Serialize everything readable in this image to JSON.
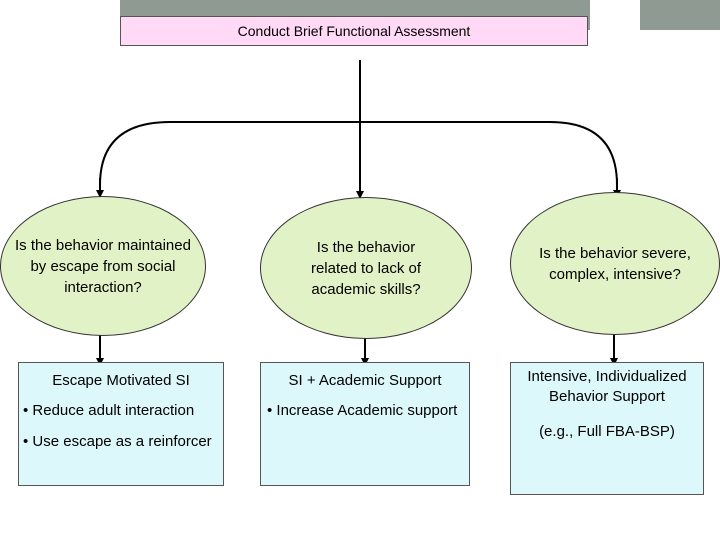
{
  "diagram": {
    "title": "Conduct Brief Functional Assessment",
    "questions": [
      "Is the behavior maintained by escape from social interaction?",
      "Is the behavior related to lack of academic skills?",
      "Is the behavior severe, complex, intensive?"
    ],
    "outcomes": [
      {
        "heading": "Escape Motivated SI",
        "bullets": [
          "• Reduce adult interaction",
          "• Use escape as a reinforcer"
        ]
      },
      {
        "heading": "SI + Academic Support",
        "bullets": [
          "• Increase Academic support"
        ]
      },
      {
        "heading": "Intensive, Individualized Behavior Support",
        "note": "(e.g., Full FBA-BSP)"
      }
    ]
  }
}
